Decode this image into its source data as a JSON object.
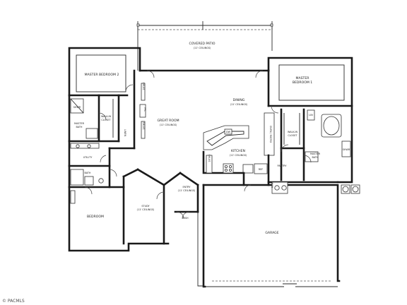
{
  "rooms": {
    "covered_patio": {
      "name": "COVERED PATIO",
      "ceiling": "(11' CEILINGS)"
    },
    "master_bedroom_2": {
      "name": "MASTER BEDROOM 2"
    },
    "master_bedroom_1": {
      "name": "MASTER",
      "name2": "BEDROOM 1"
    },
    "great_room": {
      "name": "GREAT ROOM",
      "ceiling": "(11' CEILINGS)"
    },
    "dining": {
      "name": "DINING",
      "ceiling": "(11' CEILINGS)"
    },
    "kitchen": {
      "name": "KITCHEN",
      "ceiling": "(11' CEILINGS)"
    },
    "master_bath_left": {
      "name": "MASTER",
      "name2": "BATH"
    },
    "master_bath_right": {
      "name": "MASTER",
      "name2": "BATH"
    },
    "walk_in_closet_left": {
      "name": "WALK-IN",
      "name2": "CLOSET"
    },
    "walk_in_closet_right": {
      "name": "WALK-IN",
      "name2": "CLOSET"
    },
    "utility": {
      "name": "UTILITY"
    },
    "bath": {
      "name": "BATH"
    },
    "bedroom": {
      "name": "BEDROOM"
    },
    "study": {
      "name": "STUDY",
      "ceiling": "(11' CEILINGS)"
    },
    "entry": {
      "name": "ENTRY",
      "ceiling": "(11' CEILINGS)"
    },
    "pantry": {
      "name": "PANTRY"
    },
    "garage": {
      "name": "GARAGE"
    }
  },
  "fixture_labels": {
    "shwr_left": "SHWR",
    "shwr_right": "SHWR",
    "linen": "LINEN",
    "lin": "LIN",
    "dw": "DW",
    "oven_micro": "OVEN / MICRO",
    "ref": "REF",
    "hwh": "HWH",
    "trsh": "TRSH",
    "fpl": "FPL",
    "shelves_1": "SHLVS",
    "shelves_2": "SHLVS",
    "shelves_3": "SHLVS"
  },
  "watermark": "© PACMLS"
}
